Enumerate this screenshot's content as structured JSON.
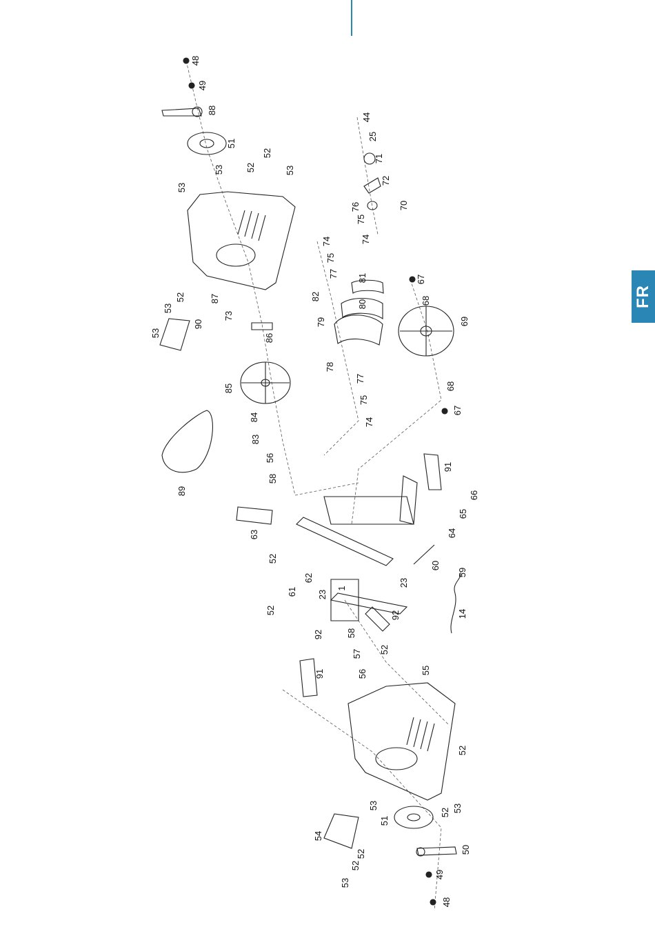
{
  "language_tab": "FR",
  "labels": [
    "48",
    "49",
    "88",
    "51",
    "53",
    "52",
    "52",
    "53",
    "53",
    "87",
    "53",
    "52",
    "53",
    "73",
    "90",
    "86",
    "85",
    "84",
    "83",
    "56",
    "58",
    "89",
    "82",
    "81",
    "80",
    "79",
    "78",
    "77",
    "75",
    "74",
    "74",
    "75",
    "77",
    "74",
    "75",
    "44",
    "25",
    "71",
    "72",
    "76",
    "70",
    "67",
    "68",
    "69",
    "68",
    "67",
    "91",
    "66",
    "65",
    "64",
    "63",
    "62",
    "52",
    "61",
    "52",
    "60",
    "59",
    "14",
    "23",
    "23",
    "1",
    "92",
    "92",
    "58",
    "57",
    "52",
    "56",
    "91",
    "55",
    "52",
    "53",
    "52",
    "53",
    "51",
    "54",
    "52",
    "52",
    "53",
    "50",
    "49",
    "48"
  ]
}
